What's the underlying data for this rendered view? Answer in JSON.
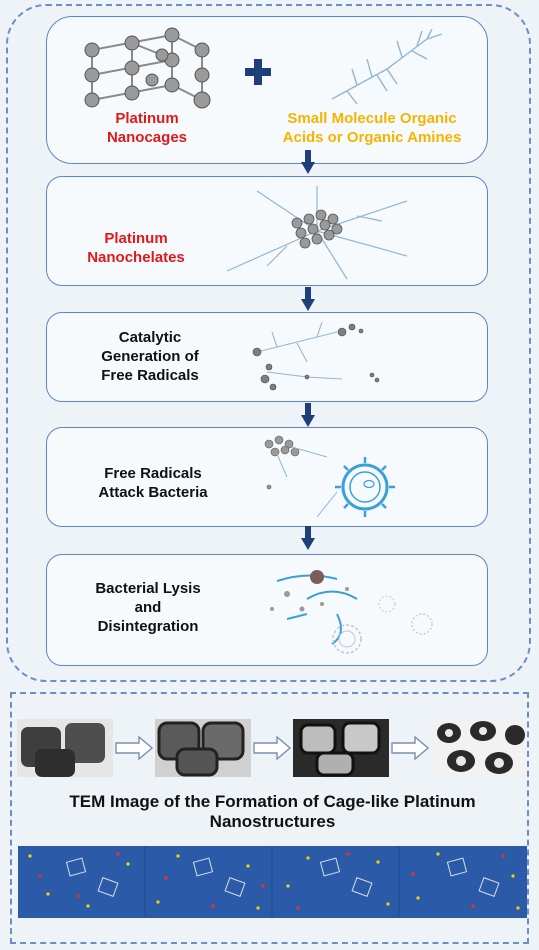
{
  "steps": [
    {
      "label_a": "Platinum",
      "label_b": "Nanocages",
      "label_c": "Small Molecule Organic",
      "label_d": "Acids or Organic Amines"
    },
    {
      "label_a": "Platinum",
      "label_b": "Nanochelates"
    },
    {
      "label_a": "Catalytic",
      "label_b": "Generation of",
      "label_c": "Free Radicals"
    },
    {
      "label_a": "Free Radicals",
      "label_b": "Attack Bacteria"
    },
    {
      "label_a": "Bacterial Lysis",
      "label_b": "and",
      "label_c": "Disintegration"
    }
  ],
  "tem": {
    "caption_1": "TEM Image of the Formation of Cage-like Platinum",
    "caption_2": "Nanostructures"
  },
  "colors": {
    "accent_red": "#e0191b",
    "accent_yellow": "#f5b400",
    "arrow_navy": "#1f3f7a",
    "border_blue": "#6a8fc6"
  }
}
